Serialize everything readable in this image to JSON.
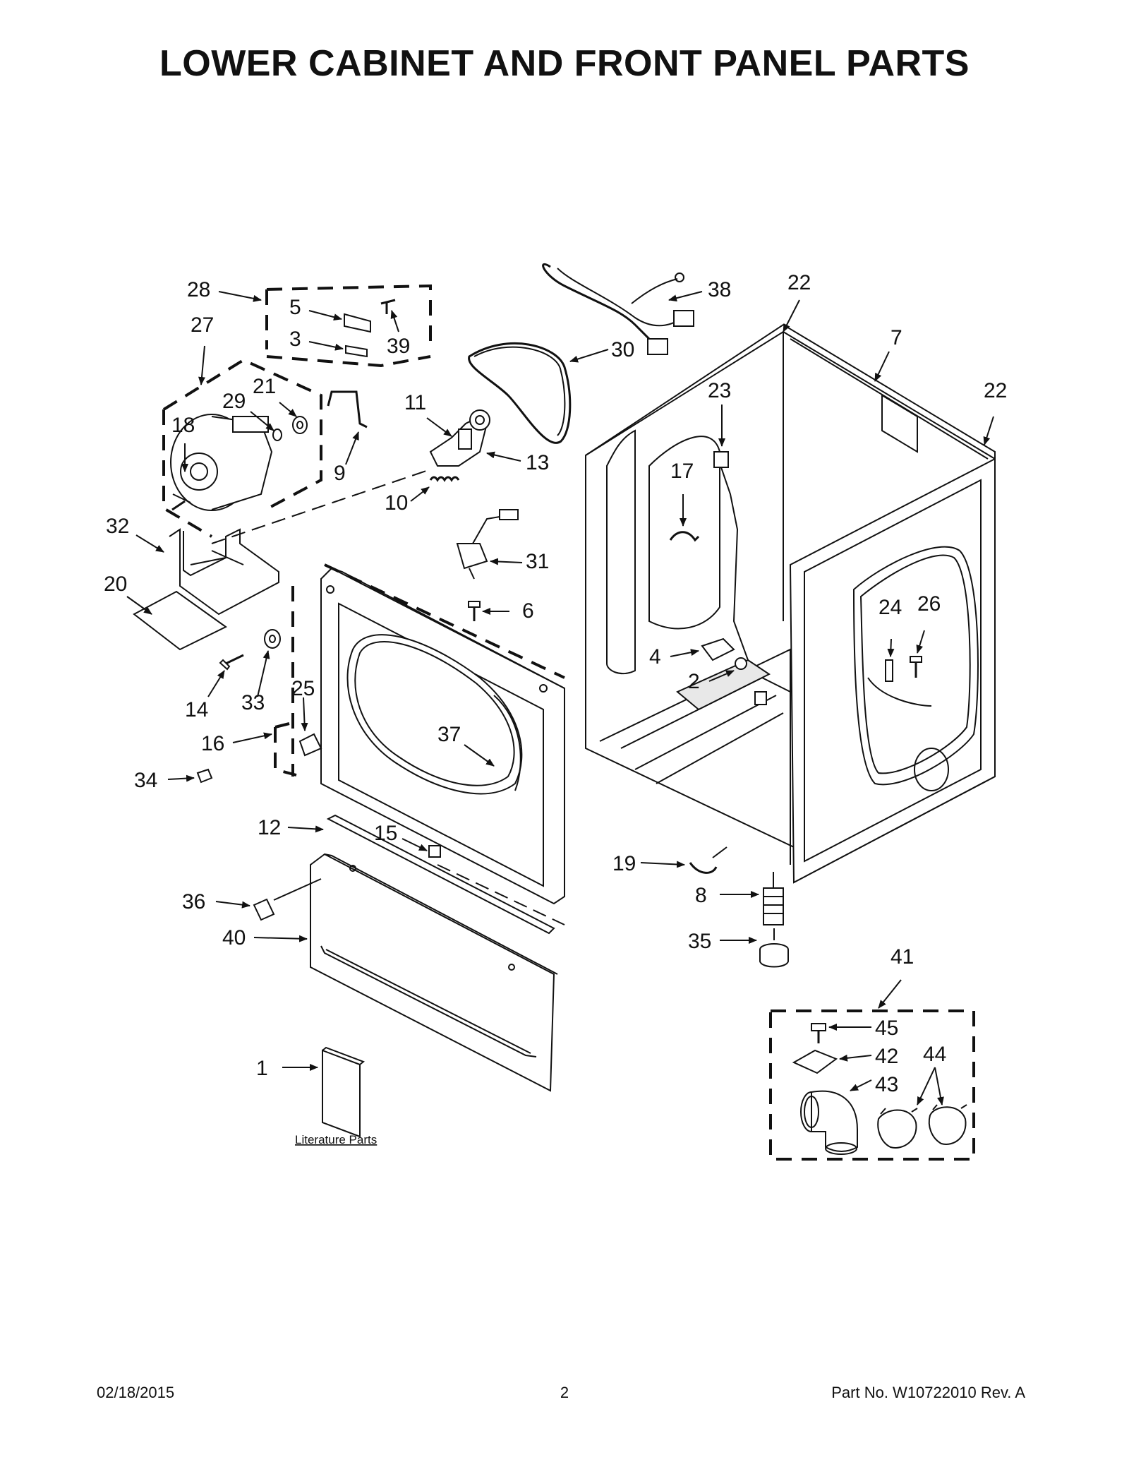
{
  "header": {
    "title": "LOWER CABINET AND FRONT PANEL PARTS"
  },
  "literature": {
    "label": "Literature Parts"
  },
  "footer": {
    "date": "02/18/2015",
    "page": "2",
    "part_no": "Part No.  W10722010  Rev.  A"
  },
  "callouts": [
    {
      "id": "28",
      "label": "28"
    },
    {
      "id": "5",
      "label": "5"
    },
    {
      "id": "3",
      "label": "3"
    },
    {
      "id": "39",
      "label": "39"
    },
    {
      "id": "27",
      "label": "27"
    },
    {
      "id": "21",
      "label": "21"
    },
    {
      "id": "29",
      "label": "29"
    },
    {
      "id": "18",
      "label": "18"
    },
    {
      "id": "9",
      "label": "9"
    },
    {
      "id": "11",
      "label": "11"
    },
    {
      "id": "13",
      "label": "13"
    },
    {
      "id": "10",
      "label": "10"
    },
    {
      "id": "30",
      "label": "30"
    },
    {
      "id": "38",
      "label": "38"
    },
    {
      "id": "22a",
      "label": "22"
    },
    {
      "id": "7",
      "label": "7"
    },
    {
      "id": "22b",
      "label": "22"
    },
    {
      "id": "23",
      "label": "23"
    },
    {
      "id": "17",
      "label": "17"
    },
    {
      "id": "32",
      "label": "32"
    },
    {
      "id": "20",
      "label": "20"
    },
    {
      "id": "31",
      "label": "31"
    },
    {
      "id": "6",
      "label": "6"
    },
    {
      "id": "14",
      "label": "14"
    },
    {
      "id": "33",
      "label": "33"
    },
    {
      "id": "25",
      "label": "25"
    },
    {
      "id": "16",
      "label": "16"
    },
    {
      "id": "34",
      "label": "34"
    },
    {
      "id": "37",
      "label": "37"
    },
    {
      "id": "4",
      "label": "4"
    },
    {
      "id": "2",
      "label": "2"
    },
    {
      "id": "24",
      "label": "24"
    },
    {
      "id": "26",
      "label": "26"
    },
    {
      "id": "12",
      "label": "12"
    },
    {
      "id": "15",
      "label": "15"
    },
    {
      "id": "19",
      "label": "19"
    },
    {
      "id": "8",
      "label": "8"
    },
    {
      "id": "35",
      "label": "35"
    },
    {
      "id": "36",
      "label": "36"
    },
    {
      "id": "40",
      "label": "40"
    },
    {
      "id": "41",
      "label": "41"
    },
    {
      "id": "45",
      "label": "45"
    },
    {
      "id": "42",
      "label": "42"
    },
    {
      "id": "44",
      "label": "44"
    },
    {
      "id": "43",
      "label": "43"
    },
    {
      "id": "1",
      "label": "1"
    }
  ]
}
